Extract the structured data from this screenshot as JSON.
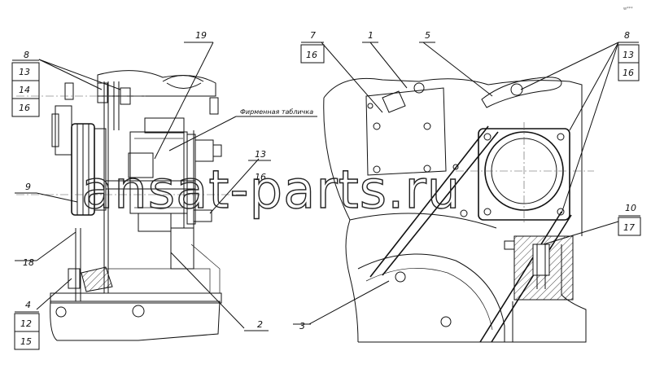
{
  "callouts_left": {
    "c8": "8",
    "c13": "13",
    "c14": "14",
    "c16": "16",
    "c19": "19",
    "c13b": "13",
    "c16b": "16",
    "c9": "9",
    "c18": "18",
    "c4": "4",
    "c12": "12",
    "c15": "15",
    "c2": "2"
  },
  "callouts_right": {
    "c7": "7",
    "c16": "16",
    "c1": "1",
    "c5": "5",
    "c8": "8",
    "c13": "13",
    "c16b": "16",
    "c10": "10",
    "c17": "17",
    "c3": "3"
  },
  "plate_label": "Фирменная табличка",
  "watermark": "ansat-parts.ru",
  "logo": "w***"
}
